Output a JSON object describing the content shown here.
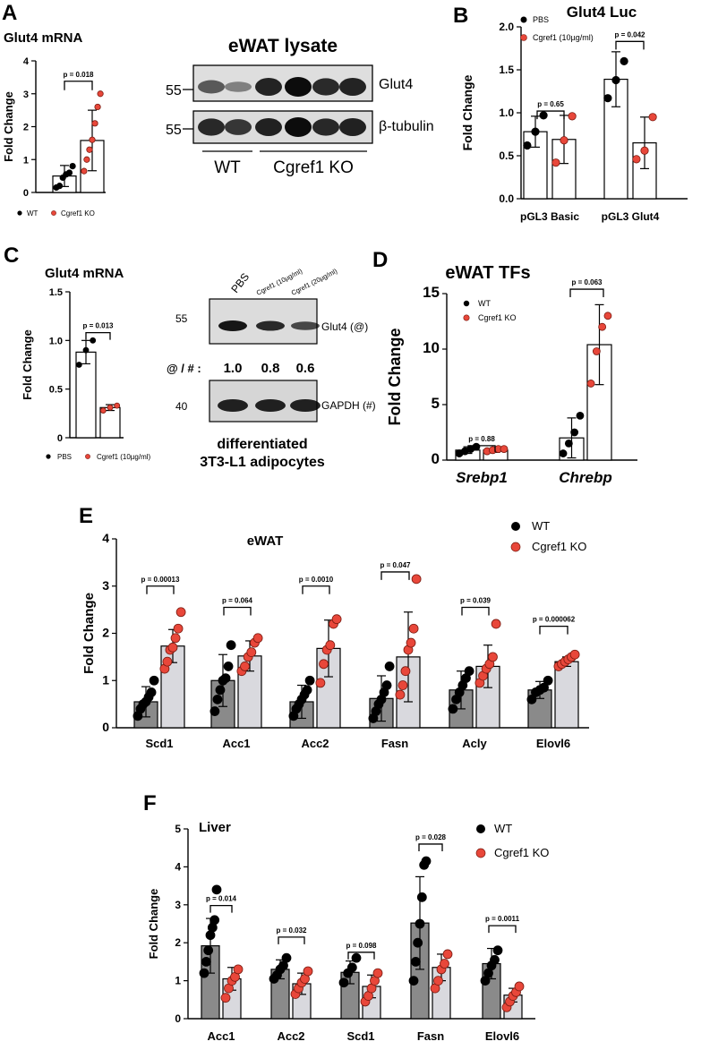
{
  "panelA": {
    "letter": "A",
    "title": "Glut4 mRNA",
    "ylabel": "Fold Change",
    "pvalue": "p = 0.018",
    "legend": [
      "WT",
      "Cgref1 KO"
    ],
    "chart_data": {
      "type": "bar",
      "categories": [
        "WT",
        "Cgref1 KO"
      ],
      "values": [
        0.5,
        1.58
      ],
      "errors": [
        0.32,
        0.92
      ],
      "ylim": [
        0,
        4
      ],
      "yticks": [
        0,
        1,
        2,
        3,
        4
      ],
      "points": [
        [
          0.15,
          0.2,
          0.45,
          0.55,
          0.6,
          0.8
        ],
        [
          0.65,
          1.0,
          1.3,
          1.6,
          2.1,
          2.6,
          3.0
        ]
      ]
    }
  },
  "blotA": {
    "title": "eWAT lysate",
    "marker1": "55",
    "marker2": "55",
    "band1": "Glut4",
    "band2": "β-tubulin",
    "group1": "WT",
    "group2": "Cgref1 KO"
  },
  "panelB": {
    "letter": "B",
    "title": "Glut4 Luc",
    "ylabel": "Fold Change",
    "legend": [
      "PBS",
      "Cgref1 (10µg/ml)"
    ],
    "pvalues": [
      "p = 0.65",
      "p = 0.042"
    ],
    "chart_data": {
      "type": "bar",
      "categories": [
        "pGL3 Basic",
        "pGL3 Glut4"
      ],
      "series": [
        {
          "name": "PBS",
          "values": [
            0.78,
            1.39
          ],
          "errors": [
            0.18,
            0.32
          ],
          "points": [
            [
              0.62,
              0.78,
              0.97
            ],
            [
              1.17,
              1.38,
              1.6
            ]
          ]
        },
        {
          "name": "Cgref1 (10µg/ml)",
          "values": [
            0.69,
            0.65
          ],
          "errors": [
            0.28,
            0.3
          ],
          "points": [
            [
              0.42,
              0.68,
              0.96
            ],
            [
              0.46,
              0.56,
              0.95
            ]
          ]
        }
      ],
      "ylim": [
        0,
        2.0
      ],
      "yticks": [
        "0.0",
        "0.5",
        "1.0",
        "1.5",
        "2.0"
      ]
    }
  },
  "panelC": {
    "letter": "C",
    "title": "Glut4 mRNA",
    "ylabel": "Fold Change",
    "pvalue": "p = 0.013",
    "legend": [
      "PBS",
      "Cgref1 (10µg/ml)"
    ],
    "chart_data": {
      "type": "bar",
      "categories": [
        "PBS",
        "Cgref1 (10µg/ml)"
      ],
      "values": [
        0.88,
        0.31
      ],
      "errors": [
        0.12,
        0.03
      ],
      "ylim": [
        0,
        1.5
      ],
      "yticks": [
        "0",
        "0.5",
        "1.0",
        "1.5"
      ],
      "points": [
        [
          0.75,
          0.9,
          1.0
        ],
        [
          0.28,
          0.31,
          0.33
        ]
      ]
    }
  },
  "blotC": {
    "lanes": [
      "PBS",
      "Cgref1 (10µg/ml)",
      "Cgref1 (20µg/ml)"
    ],
    "marker1": "55",
    "marker2": "40",
    "band1": "Glut4 (@)",
    "band2": "GAPDH (#)",
    "ratio_label": "@ / # :",
    "ratios": [
      "1.0",
      "0.8",
      "0.6"
    ],
    "caption1": "differentiated",
    "caption2": "3T3-L1 adipocytes"
  },
  "panelD": {
    "letter": "D",
    "title": "eWAT TFs",
    "ylabel": "Fold Change",
    "legend": [
      "WT",
      "Cgref1 KO"
    ],
    "pvalues": [
      "p = 0.88",
      "p = 0.063"
    ],
    "chart_data": {
      "type": "bar",
      "categories": [
        "Srebp1",
        "Chrebp"
      ],
      "series": [
        {
          "name": "WT",
          "values": [
            0.9,
            2.0
          ],
          "errors": [
            0.3,
            1.8
          ],
          "points": [
            [
              0.6,
              0.8,
              1.0,
              1.2
            ],
            [
              0.6,
              1.5,
              2.5,
              4.0
            ]
          ]
        },
        {
          "name": "Cgref1 KO",
          "values": [
            0.9,
            10.4
          ],
          "errors": [
            0.2,
            3.6
          ],
          "points": [
            [
              0.8,
              0.9,
              1.0,
              1.0
            ],
            [
              6.9,
              9.8,
              12.0,
              13.0
            ]
          ]
        }
      ],
      "ylim": [
        0,
        15
      ],
      "yticks": [
        "0",
        "5",
        "10",
        "15"
      ]
    }
  },
  "panelE": {
    "letter": "E",
    "title": "eWAT",
    "ylabel": "Fold Change",
    "legend": [
      "WT",
      "Cgref1 KO"
    ],
    "pvalues": [
      "p = 0.00013",
      "p = 0.064",
      "p = 0.0010",
      "p = 0.047",
      "p = 0.039",
      "p = 0.000062"
    ],
    "chart_data": {
      "type": "bar",
      "categories": [
        "Scd1",
        "Acc1",
        "Acc2",
        "Fasn",
        "Acly",
        "Elovl6"
      ],
      "series": [
        {
          "name": "WT",
          "values": [
            0.55,
            1.0,
            0.55,
            0.62,
            0.8,
            0.8
          ],
          "errors": [
            0.32,
            0.55,
            0.35,
            0.48,
            0.4,
            0.18
          ],
          "points": [
            [
              0.25,
              0.4,
              0.5,
              0.55,
              0.65,
              0.75,
              1.0
            ],
            [
              0.35,
              0.6,
              0.8,
              1.0,
              1.05,
              1.3,
              1.75
            ],
            [
              0.25,
              0.4,
              0.5,
              0.6,
              0.7,
              0.8,
              1.0
            ],
            [
              0.2,
              0.35,
              0.5,
              0.6,
              0.75,
              0.9,
              1.3
            ],
            [
              0.4,
              0.6,
              0.75,
              0.9,
              1.05,
              1.2
            ],
            [
              0.6,
              0.75,
              0.8,
              0.85,
              1.0
            ]
          ]
        },
        {
          "name": "Cgref1 KO",
          "values": [
            1.73,
            1.52,
            1.68,
            1.5,
            1.3,
            1.4
          ],
          "errors": [
            0.35,
            0.32,
            0.6,
            0.95,
            0.45,
            0.1
          ],
          "points": [
            [
              1.25,
              1.4,
              1.65,
              1.7,
              1.9,
              2.1,
              2.45
            ],
            [
              1.2,
              1.3,
              1.5,
              1.6,
              1.8,
              1.9
            ],
            [
              0.95,
              1.35,
              1.65,
              1.75,
              2.2,
              2.3
            ],
            [
              0.7,
              0.9,
              1.2,
              1.65,
              1.8,
              2.1,
              3.15
            ],
            [
              0.95,
              1.1,
              1.25,
              1.35,
              1.5,
              2.2
            ],
            [
              1.3,
              1.35,
              1.4,
              1.45,
              1.5,
              1.55
            ]
          ]
        }
      ],
      "ylim": [
        0,
        4
      ],
      "yticks": [
        "0",
        "1",
        "2",
        "3",
        "4"
      ]
    }
  },
  "panelF": {
    "letter": "F",
    "title": "Liver",
    "ylabel": "Fold Change",
    "legend": [
      "WT",
      "Cgref1 KO"
    ],
    "pvalues": [
      "p = 0.014",
      "p = 0.032",
      "p = 0.098",
      "p = 0.028",
      "p = 0.0011"
    ],
    "chart_data": {
      "type": "bar",
      "categories": [
        "Acc1",
        "Acc2",
        "Scd1",
        "Fasn",
        "Elovl6"
      ],
      "series": [
        {
          "name": "WT",
          "values": [
            1.92,
            1.3,
            1.22,
            2.52,
            1.45
          ],
          "errors": [
            0.72,
            0.25,
            0.3,
            1.22,
            0.4
          ],
          "points": [
            [
              1.2,
              1.5,
              1.8,
              2.2,
              2.4,
              2.6,
              3.4
            ],
            [
              1.05,
              1.15,
              1.3,
              1.4,
              1.6
            ],
            [
              0.95,
              1.2,
              1.35,
              1.6
            ],
            [
              1.0,
              1.5,
              2.0,
              2.5,
              3.2,
              4.05,
              4.15
            ],
            [
              1.0,
              1.2,
              1.4,
              1.55,
              1.8
            ]
          ]
        },
        {
          "name": "Cgref1 KO",
          "values": [
            1.05,
            0.92,
            0.85,
            1.35,
            0.62
          ],
          "errors": [
            0.3,
            0.28,
            0.3,
            0.35,
            0.18
          ],
          "points": [
            [
              0.55,
              0.8,
              1.0,
              1.1,
              1.3
            ],
            [
              0.65,
              0.8,
              0.95,
              1.05,
              1.25
            ],
            [
              0.45,
              0.6,
              0.8,
              1.0,
              1.2
            ],
            [
              0.8,
              1.0,
              1.3,
              1.45,
              1.7
            ],
            [
              0.3,
              0.45,
              0.6,
              0.7,
              0.85
            ]
          ]
        }
      ],
      "ylim": [
        0,
        5
      ],
      "yticks": [
        "0",
        "1",
        "2",
        "3",
        "4",
        "5"
      ]
    }
  },
  "colors": {
    "wt_point": "#000000",
    "ko_point": "#e8473a",
    "bar_dark": "#8a8a8a",
    "bar_light": "#d9d9de",
    "bar_white": "#ffffff"
  }
}
